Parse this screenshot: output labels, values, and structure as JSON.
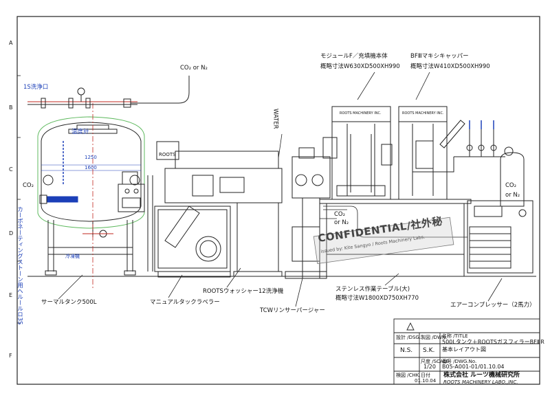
{
  "row_markers": [
    "A",
    "B",
    "C",
    "D",
    "E",
    "F"
  ],
  "labels": {
    "co2_n2_top": "CO₂ or N₂",
    "wash_port": "1S洗浄口",
    "thermometer": "温度計",
    "co2_left": "CO₂",
    "carbonation_stone": "カーボネーティングストーン用ヘルールロ3S",
    "floor_material": "冷凍機",
    "dim_1250": "1250",
    "dim_1600": "1600",
    "roots_small": "ROOTS",
    "water": "WATER",
    "module_title_1": "モジュールF／充填機本体",
    "module_title_2": "概略寸法W630XD500XH990",
    "bf_title_1": "BFⅢマキシキャッパー",
    "bf_title_2": "概略寸法W410XD500XH990",
    "roots_inc_1": "ROOTS MACHINERY INC.",
    "roots_inc_2": "ROOTS MACHINERY INC.",
    "co2_right": "CO₂",
    "or_n2_right": "or N₂",
    "co2_center": "CO₂",
    "or_n2_center": "or N₂",
    "thermal_tank": "サーマルタンク500L",
    "manual_labeler": "マニュアルタックラベラー",
    "washer": "ROOTSウォッシャー12洗浄機",
    "tcw_rinser": "TCWリンサーパージャー",
    "table_1": "ステンレス作業テーブル(大)",
    "table_2": "概略寸法W1800XD750XH770",
    "compressor": "エアーコンプレッサー（2馬力）",
    "confidential": "CONFIDENTIAL/社外秘",
    "confidential_sub": "issued by: Kite Sangyo / Roots Machinery Labs."
  },
  "title_block": {
    "h_design": "設計 /DSG.",
    "h_drawn": "製図 /DWN.",
    "h_name": "名称 /TITLE",
    "title_line1": "500Lタンク＋ROOTSガスフィラーBFⅢR",
    "title_line2": "基本レイアウト図",
    "designer": "N.S.",
    "drafter": "S.K.",
    "h_scale": "尺度 /SCALE",
    "h_dwgno": "番号 /DWG.No.",
    "scale": "1/20",
    "dwg_no": "B05-A001-01/01.10.04",
    "h_check": "検図 /CHK.",
    "h_date": "日付",
    "date": "01.10.04",
    "company_jp": "株式会社 ルーツ機械研究所",
    "company_en": "ROOTS MACHINERY LABO.,INC."
  }
}
